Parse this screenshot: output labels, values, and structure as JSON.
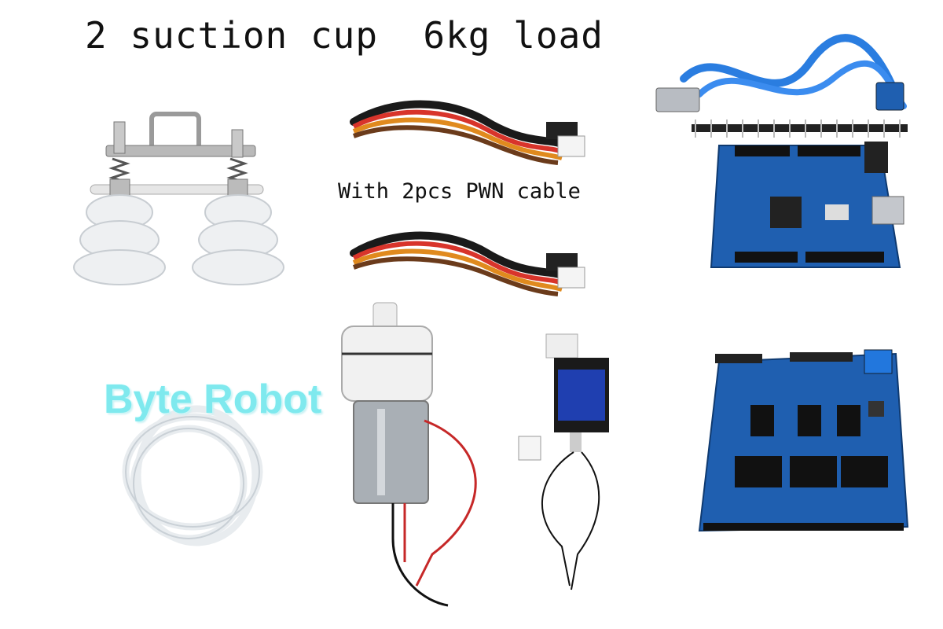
{
  "headline": "2 suction cup  6kg load",
  "cable_caption": "With 2pcs PWN cable",
  "watermark": "Byte Robot",
  "products": [
    {
      "name": "dual-suction-cup-assembly"
    },
    {
      "name": "pwm-cable-1"
    },
    {
      "name": "pwm-cable-2"
    },
    {
      "name": "usb-cable"
    },
    {
      "name": "arduino-uno-board"
    },
    {
      "name": "silicone-tube"
    },
    {
      "name": "vacuum-air-pump"
    },
    {
      "name": "solenoid-valve"
    },
    {
      "name": "sensor-shield-board"
    }
  ],
  "colors": {
    "board_blue": "#1f5fb0",
    "cable_blue": "#2a7de0",
    "silicone_white": "#eef0f2",
    "watermark_cyan": "#7fe9ee"
  }
}
